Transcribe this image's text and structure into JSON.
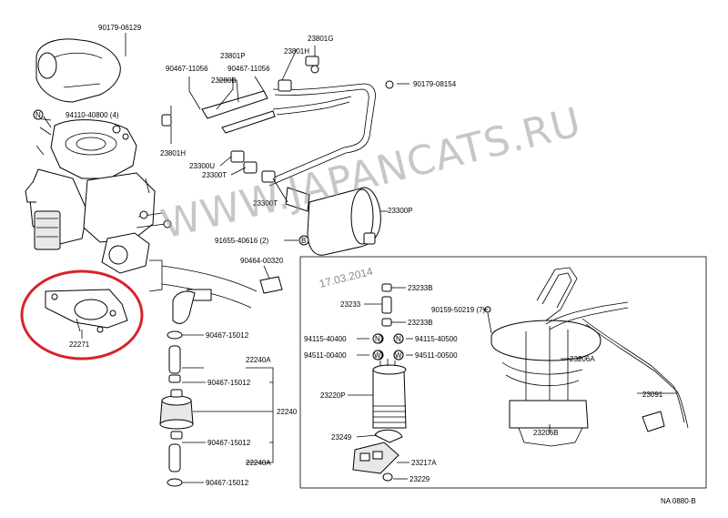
{
  "labels": {
    "p90179_06129": "90179-06129",
    "p23801P": "23801P",
    "p23801G": "23801G",
    "p90467_11056a": "90467-11056",
    "p90467_11056b": "90467-11056",
    "p23801H_top": "23801H",
    "p23280B": "23280B",
    "p90179_08154": "90179-08154",
    "p94110_40800": "94110-40800 (4)",
    "p23801H_left": "23801H",
    "p23300U": "23300U",
    "p23300T_a": "23300T",
    "p23300T_b": "23300T",
    "p23300P": "23300P",
    "p91655_40616": "91655-40616 (2)",
    "p90464_00320": "90464-00320",
    "p22271": "22271",
    "p90467_15012_a": "90467-15012",
    "p22240A_a": "22240A",
    "p90467_15012_b": "90467-15012",
    "p22240": "22240",
    "p90467_15012_c": "90467-15012",
    "p22240A_b": "22240A",
    "p90467_15012_d": "90467-15012",
    "p23233B_a": "23233B",
    "p23233": "23233",
    "p23233B_b": "23233B",
    "p90159_50219": "90159-50219 (7)",
    "p94115_40400": "94115-40400",
    "p94115_40500": "94115-40500",
    "p94511_00400": "94511-00400",
    "p94511_00500": "94511-00500",
    "p23220P": "23220P",
    "p23206A": "23206A",
    "p23091": "23091",
    "p23249": "23249",
    "p23206B": "23206B",
    "p23217A": "23217A",
    "p23229": "23229",
    "footer_code": "NA 0880-B"
  },
  "markers": {
    "N1": "N",
    "B1": "B",
    "N2": "N",
    "N3": "N",
    "W1": "W",
    "W2": "W"
  },
  "watermark": "WWW.JAPANCATS.RU",
  "date_stamp": "17.03.2014",
  "highlight_color": "#d8232a"
}
